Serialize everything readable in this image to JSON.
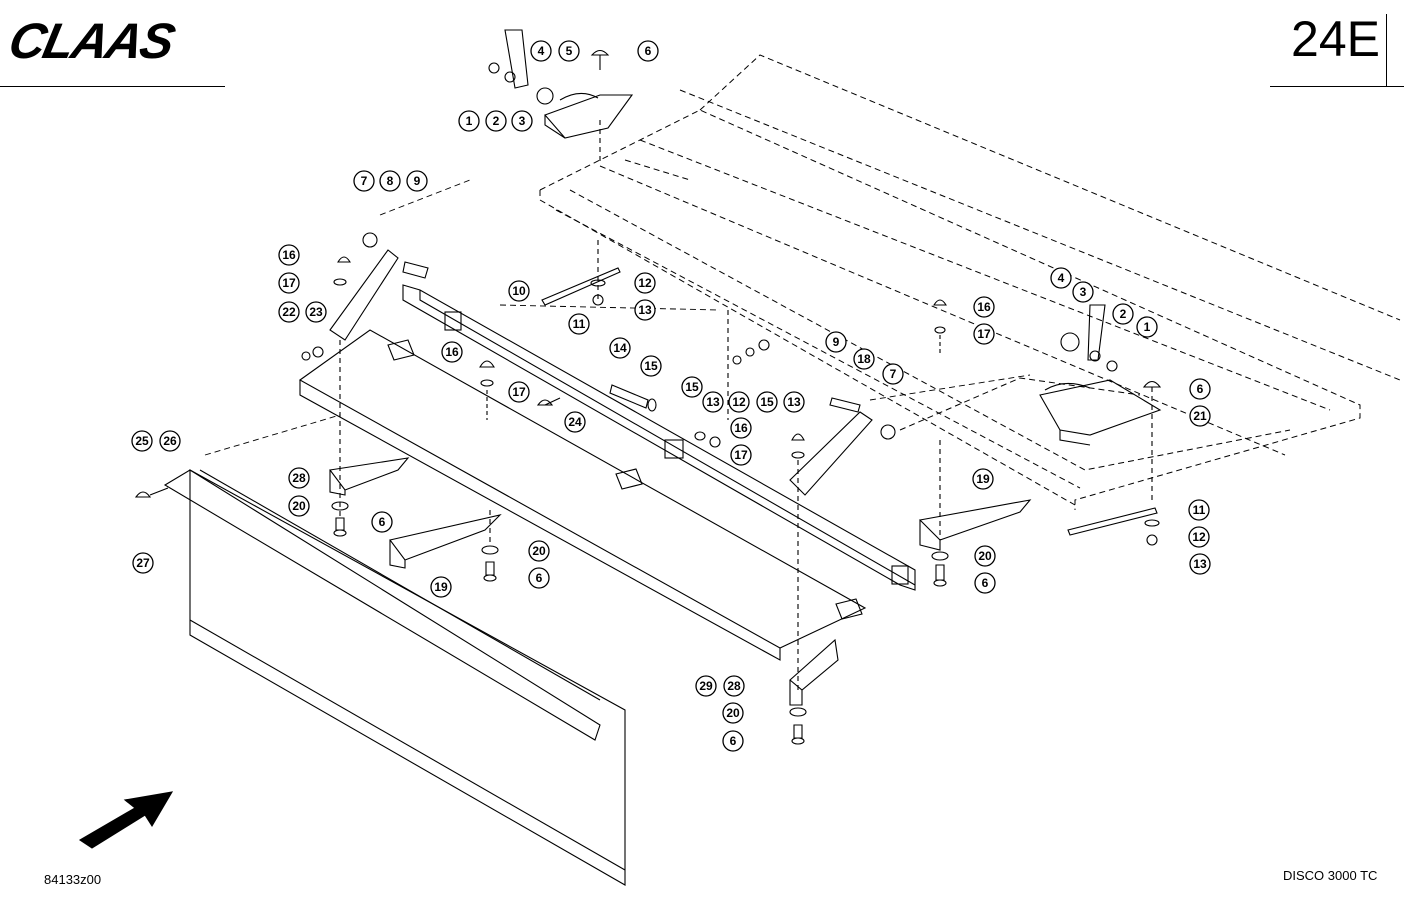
{
  "header": {
    "brand": "CLAAS",
    "section_code": "24E"
  },
  "footer": {
    "drawing_number": "84133z00",
    "model": "DISCO 3000 TC"
  },
  "callouts": [
    {
      "label": "1"
    },
    {
      "label": "2"
    },
    {
      "label": "3"
    },
    {
      "label": "4"
    },
    {
      "label": "5"
    },
    {
      "label": "6"
    },
    {
      "label": "7"
    },
    {
      "label": "8"
    },
    {
      "label": "9"
    },
    {
      "label": "16"
    },
    {
      "label": "17"
    },
    {
      "label": "22"
    },
    {
      "label": "23"
    },
    {
      "label": "10"
    },
    {
      "label": "11"
    },
    {
      "label": "12"
    },
    {
      "label": "13"
    },
    {
      "label": "14"
    },
    {
      "label": "15"
    },
    {
      "label": "16"
    },
    {
      "label": "17"
    },
    {
      "label": "24"
    },
    {
      "label": "15"
    },
    {
      "label": "13"
    },
    {
      "label": "12"
    },
    {
      "label": "15"
    },
    {
      "label": "13"
    },
    {
      "label": "16"
    },
    {
      "label": "17"
    },
    {
      "label": "9"
    },
    {
      "label": "18"
    },
    {
      "label": "7"
    },
    {
      "label": "16"
    },
    {
      "label": "17"
    },
    {
      "label": "4"
    },
    {
      "label": "3"
    },
    {
      "label": "2"
    },
    {
      "label": "1"
    },
    {
      "label": "6"
    },
    {
      "label": "21"
    },
    {
      "label": "25"
    },
    {
      "label": "26"
    },
    {
      "label": "27"
    },
    {
      "label": "28"
    },
    {
      "label": "20"
    },
    {
      "label": "6"
    },
    {
      "label": "19"
    },
    {
      "label": "20"
    },
    {
      "label": "6"
    },
    {
      "label": "19"
    },
    {
      "label": "20"
    },
    {
      "label": "6"
    },
    {
      "label": "11"
    },
    {
      "label": "12"
    },
    {
      "label": "13"
    },
    {
      "label": "29"
    },
    {
      "label": "28"
    },
    {
      "label": "20"
    },
    {
      "label": "6"
    }
  ]
}
